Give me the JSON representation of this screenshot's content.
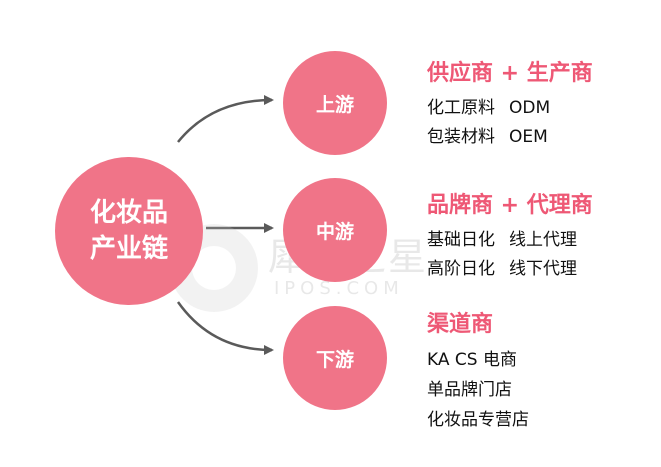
{
  "center": {
    "line1": "化妆品",
    "line2": "产业链"
  },
  "stages": [
    {
      "label": "上游",
      "heading": "供应商 + 生产商",
      "rows": [
        {
          "a": "化工原料",
          "b": "ODM"
        },
        {
          "a": "包装材料",
          "b": "OEM"
        }
      ]
    },
    {
      "label": "中游",
      "heading": "品牌商 + 代理商",
      "rows": [
        {
          "a": "基础日化",
          "b": "线上代理"
        },
        {
          "a": "高阶日化",
          "b": "线下代理"
        }
      ]
    },
    {
      "label": "下游",
      "heading": "渠道商",
      "lines": [
        "KA CS 电商",
        "单品牌门店",
        "化妆品专营店"
      ]
    }
  ],
  "watermark": {
    "cn": "犀牛之星",
    "en": "IPOS.COM"
  },
  "colors": {
    "circle": "#f07488",
    "heading": "#ee5875",
    "arrow": "#5a5a5a"
  }
}
